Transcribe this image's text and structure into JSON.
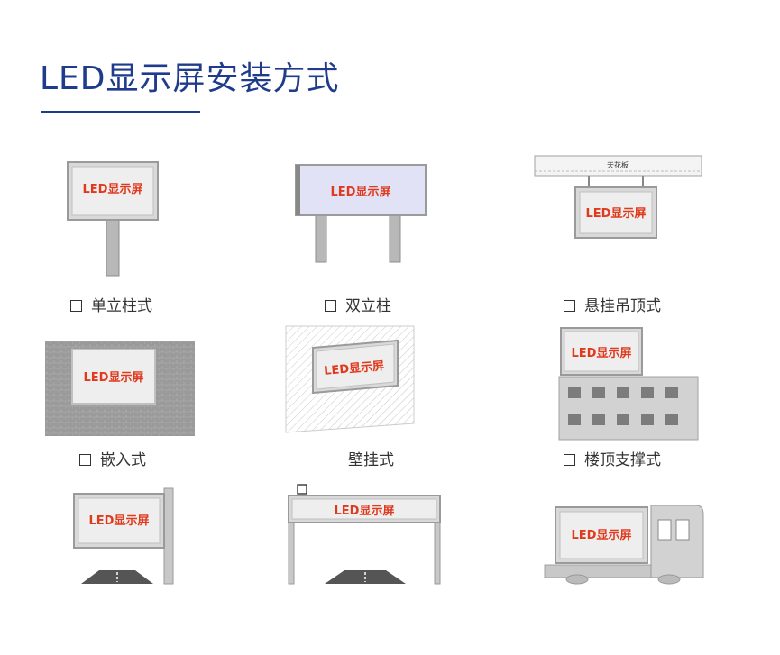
{
  "title": "LED显示屏安装方式",
  "screen_label": "LED显示屏",
  "ceiling_label": "天花板",
  "captions": [
    "单立柱式",
    "双立柱",
    "悬挂吊顶式",
    "嵌入式",
    "壁挂式",
    "楼顶支撑式"
  ],
  "colors": {
    "title": "#1f3b8c",
    "screen_text": "#e03a1e"
  }
}
